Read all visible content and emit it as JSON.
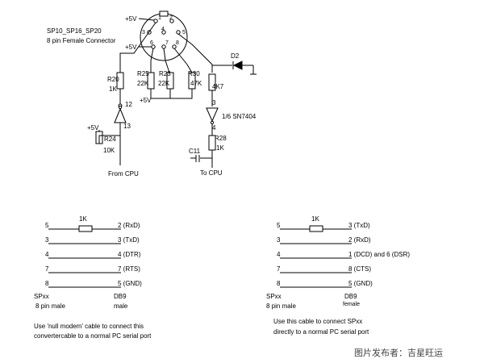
{
  "schematic": {
    "title_line1": "SP10_SP16_SP20",
    "title_line2": "8 pin Female Connector",
    "pins": [
      "1",
      "2",
      "3",
      "4",
      "5",
      "6",
      "7",
      "8"
    ],
    "plus5v": "+5V",
    "r25_label": "R25",
    "r25_value": "22K",
    "r23_label": "R23",
    "r23_value": "22K",
    "r30_label": "R30",
    "r30_value": "47K",
    "r20_label": "R20",
    "r20_value": "1K",
    "r24_label": "R24",
    "r24_value": "10K",
    "d2_label": "D2",
    "res_4k7": "4K7",
    "gate_left_in": "12",
    "gate_left_out": "13",
    "gate_right_in": "3",
    "gate_right_out": "4",
    "gate_name": "1/6 SN7404",
    "r28_label": "R28",
    "r28_value": "1K",
    "c11_label": "C11",
    "from_cpu": "From CPU",
    "to_cpu": "To CPU"
  },
  "left_cable": {
    "resistor_label": "1K",
    "rows": [
      {
        "left": "5",
        "right": "2 (RxD)"
      },
      {
        "left": "3",
        "right": "3 (TxD)"
      },
      {
        "left": "4",
        "right": "4 (DTR)"
      },
      {
        "left": "7",
        "right": "7 (RTS)"
      },
      {
        "left": "8",
        "right": "5 (GND)"
      }
    ],
    "conn_left_name": "SPxx",
    "conn_left_type": "8 pin male",
    "conn_right_name": "DB9",
    "conn_right_type": "male",
    "note_line1": "Use 'null modem' cable to connect this",
    "note_line2": "convertercable to a normal PC serial port"
  },
  "right_cable": {
    "resistor_label": "1K",
    "rows": [
      {
        "left": "5",
        "right": "3 (TxD)"
      },
      {
        "left": "3",
        "right": "2 (RxD)"
      },
      {
        "left": "4",
        "right": "1 (DCD) and 6 (DSR)"
      },
      {
        "left": "7",
        "right": "8 (CTS)"
      },
      {
        "left": "8",
        "right": "5 (GND)"
      }
    ],
    "conn_left_name": "SPxx",
    "conn_left_type": "8 pin male",
    "conn_right_name": "DB9",
    "conn_right_type": "female",
    "note_line1": "Use this cable to connect SPxx",
    "note_line2": "directly to a normal PC serial port"
  },
  "watermark": "图片发布者：吉星旺运"
}
